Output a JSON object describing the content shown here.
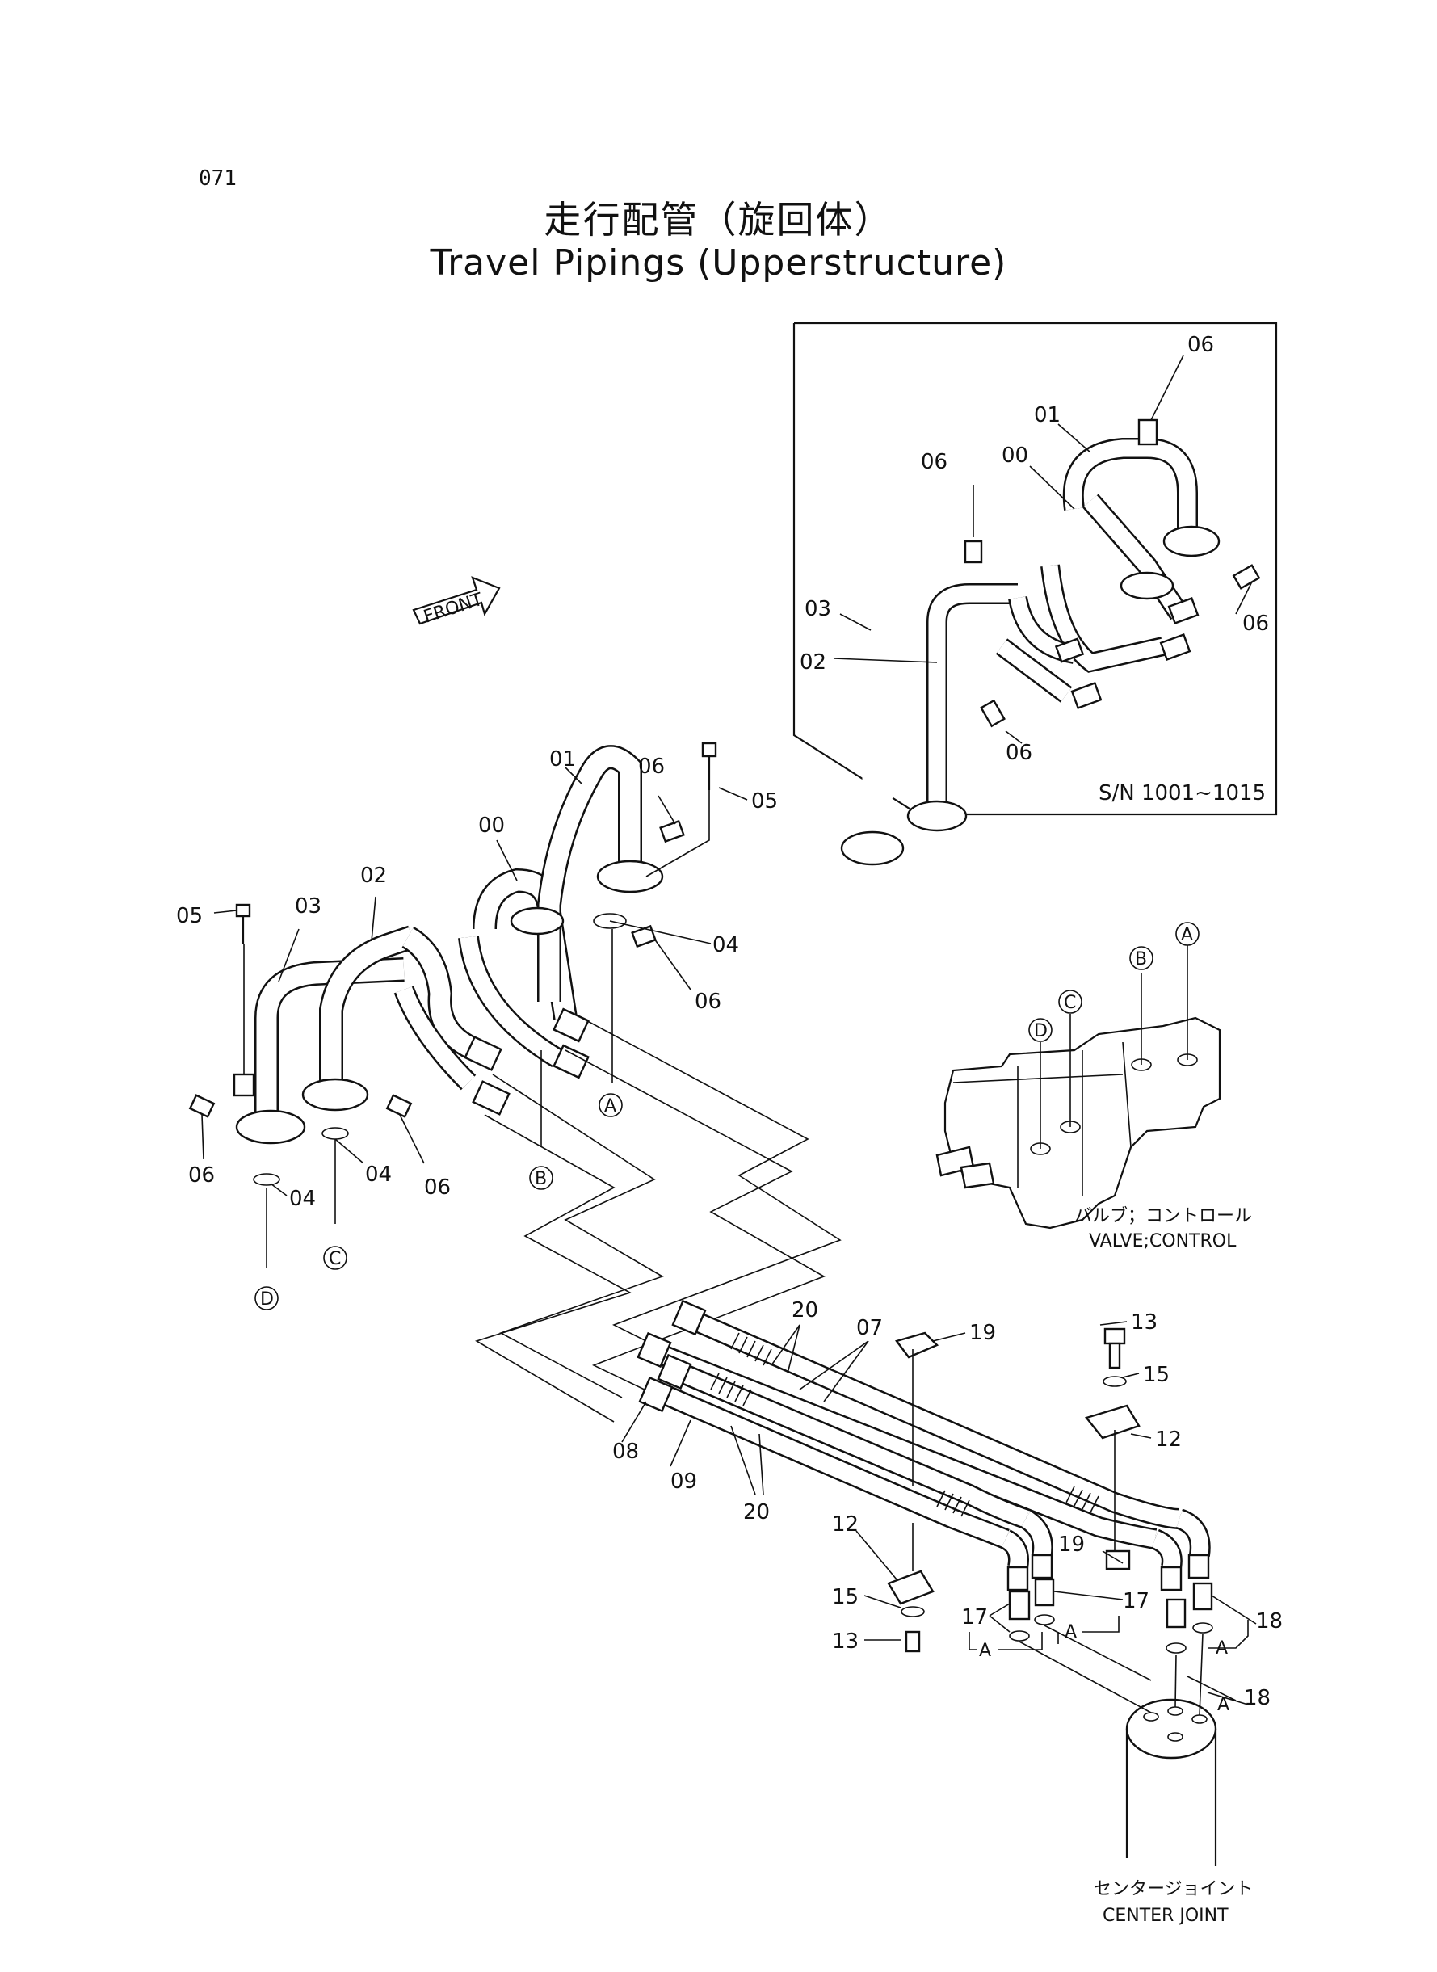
{
  "page": {
    "number": "071"
  },
  "title": {
    "japanese": "走行配管（旋回体）",
    "english": "Travel Pipings (Upperstructure)"
  },
  "front_arrow": "FRONT",
  "inset": {
    "serial_note": "S/N 1001~1015",
    "callouts": [
      "06",
      "01",
      "06",
      "00",
      "03",
      "02",
      "06",
      "06"
    ]
  },
  "main_callouts": {
    "c01": "01",
    "c06a": "06",
    "c05a": "05",
    "c00": "00",
    "c02": "02",
    "c05b": "05",
    "c03": "03",
    "c04a": "04",
    "c06b": "06",
    "c06c": "06",
    "c04b": "04",
    "c06d": "06",
    "c04c": "04",
    "c20a": "20",
    "c07": "07",
    "c19a": "19",
    "c13a": "13",
    "c15a": "15",
    "c12a": "12",
    "c08": "08",
    "c09": "09",
    "c20b": "20",
    "c12b": "12",
    "c19b": "19",
    "c15b": "15",
    "c13b": "13",
    "c17a": "17",
    "c17b": "17",
    "c18a": "18",
    "c18b": "18"
  },
  "port_markers": {
    "A": "A",
    "B": "B",
    "C": "C",
    "D": "D"
  },
  "components": {
    "valve_control_jp": "バルブ；コントロール",
    "valve_control_en": "VALVE;CONTROL",
    "center_joint_jp": "センタージョイント",
    "center_joint_en": "CENTER JOINT"
  }
}
